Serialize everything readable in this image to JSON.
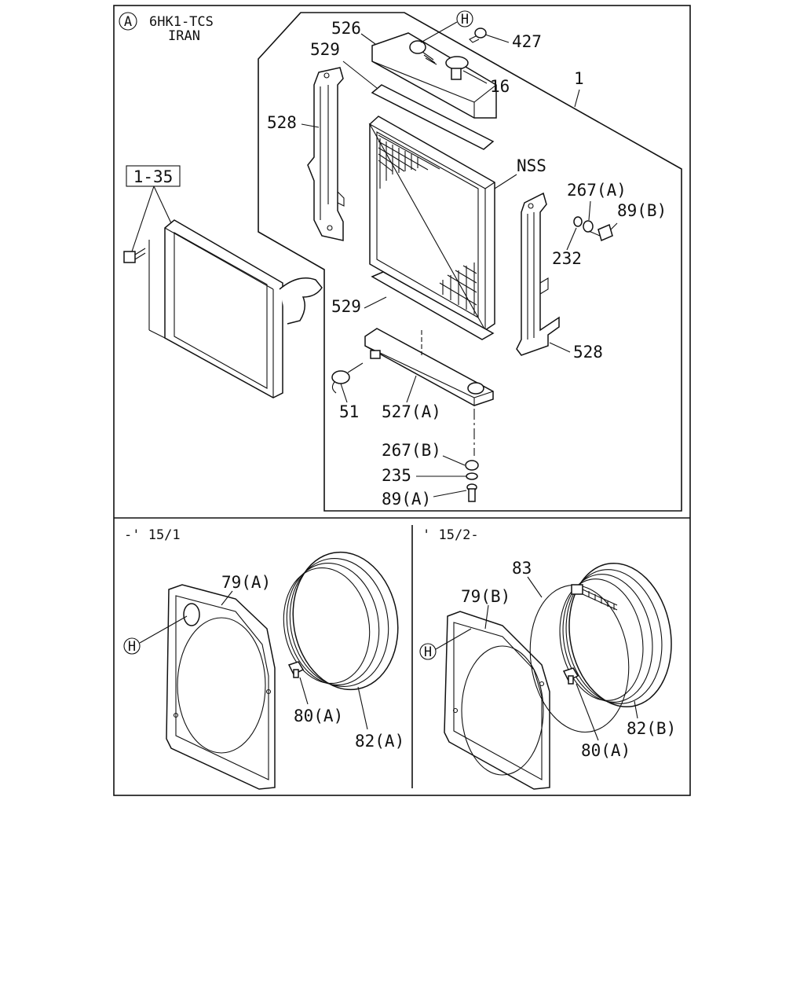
{
  "header": {
    "circle_a": "A",
    "model": "6HK1-TCS",
    "region": "IRAN"
  },
  "main": {
    "ref_box": "1-35",
    "callout_h": "H",
    "labels": {
      "p526": "526",
      "p427": "427",
      "p529_top": "529",
      "p16": "16",
      "p1": "1",
      "p528_left": "528",
      "nss": "NSS",
      "p267a": "267(A)",
      "p89b": "89(B)",
      "p232": "232",
      "p529_bot": "529",
      "p528_right": "528",
      "p51": "51",
      "p527a": "527(A)",
      "p267b": "267(B)",
      "p235": "235",
      "p89a": "89(A)"
    }
  },
  "left_panel": {
    "period": "-' 15/1",
    "callout_h": "H",
    "labels": {
      "p79a": "79(A)",
      "p80a": "80(A)",
      "p82a": "82(A)"
    }
  },
  "right_panel": {
    "period": "' 15/2-",
    "callout_h": "H",
    "labels": {
      "p83": "83",
      "p79b": "79(B)",
      "p82b": "82(B)",
      "p80a": "80(A)"
    }
  }
}
